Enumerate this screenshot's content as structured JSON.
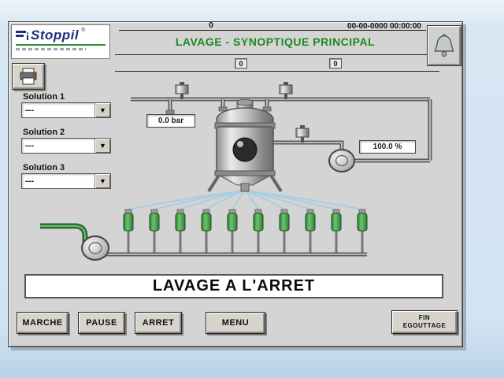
{
  "header": {
    "brand": "Stoppil",
    "registered": "®",
    "indicator_top": "0",
    "datetime": "00-00-0000 00:00:00",
    "title": "LAVAGE - SYNOPTIQUE PRINCIPAL",
    "indicator_a": "0",
    "indicator_b": "0"
  },
  "solutions": {
    "s1": {
      "label": "Solution 1",
      "value": "---"
    },
    "s2": {
      "label": "Solution 2",
      "value": "---"
    },
    "s3": {
      "label": "Solution 3",
      "value": "---"
    }
  },
  "synoptic": {
    "pressure": "0.0 bar",
    "speed": "100.0 %"
  },
  "status": {
    "message": "LAVAGE A L'ARRET"
  },
  "buttons": {
    "marche": "MARCHE",
    "pause": "PAUSE",
    "arret": "ARRET",
    "menu": "MENU",
    "fin_line1": "FIN",
    "fin_line2": "EGOUTTAGE"
  },
  "colors": {
    "title_green": "#1d8a1d",
    "nozzle_green": "#4caf50",
    "spray_blue": "#a9cee3",
    "brand_navy": "#1c2e7b",
    "panel_gray": "#d4d4d4"
  }
}
